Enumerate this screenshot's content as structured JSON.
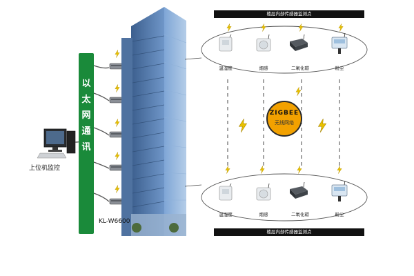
{
  "pc": {
    "label": "上位机监控"
  },
  "ethernet": {
    "chars": [
      "以",
      "太",
      "网",
      "通",
      "讯"
    ]
  },
  "gateway": {
    "model": "KL-W6600"
  },
  "sensor_panel": {
    "top_title": "楼层内部传感器监测点",
    "bottom_title": "楼层内部传感器监测点"
  },
  "sensors_top": [
    "温湿度",
    "烟感",
    "二氧化碳",
    "粉尘"
  ],
  "sensors_bottom": [
    "温湿度",
    "烟感",
    "二氧化碳",
    "粉尘"
  ],
  "zigbee": {
    "title": "ZIGBEE",
    "subtitle": "无线网络"
  },
  "colors": {
    "ethernet_bar": "#1a8a3a",
    "zigbee_disc": "#f2a100",
    "lightning": "#e8c000",
    "building": "#5a7fb0"
  }
}
